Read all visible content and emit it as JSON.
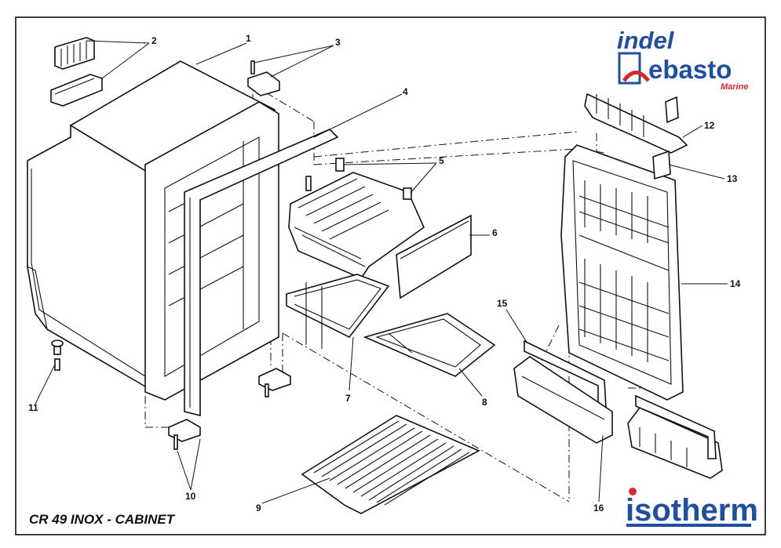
{
  "title": "CR 49 INOX - CABINET",
  "brands": {
    "indel": "indel",
    "webasto_initial": "W",
    "webasto_rest": "ebasto",
    "marine": "Marine",
    "isotherm": "isotherm"
  },
  "colors": {
    "brand_blue": "#1f4fa3",
    "brand_red": "#d9272e",
    "line": "#111111"
  },
  "callouts": [
    "1",
    "2",
    "3",
    "4",
    "5",
    "6",
    "7",
    "8",
    "9",
    "10",
    "11",
    "12",
    "13",
    "14",
    "15",
    "16"
  ]
}
